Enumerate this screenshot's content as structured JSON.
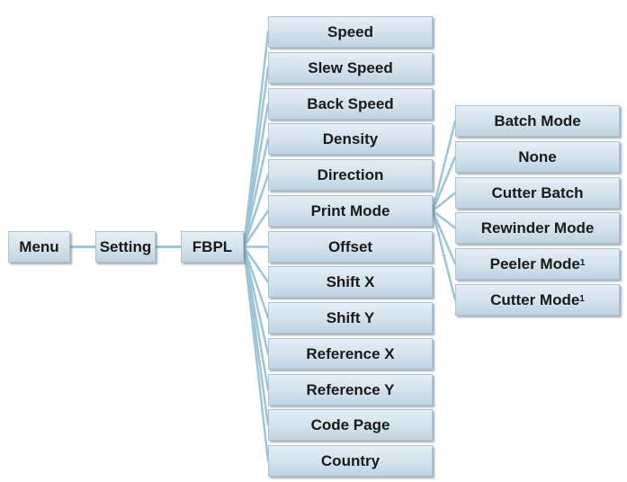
{
  "root": {
    "menu_label": "Menu",
    "setting_label": "Setting",
    "fbpl_label": "FBPL"
  },
  "fbpl_items": [
    "Speed",
    "Slew Speed",
    "Back Speed",
    "Density",
    "Direction",
    "Print Mode",
    "Offset",
    "Shift X",
    "Shift Y",
    "Reference X",
    "Reference Y",
    "Code Page",
    "Country"
  ],
  "print_mode_items": [
    {
      "label": "Batch Mode",
      "footnote": ""
    },
    {
      "label": "None",
      "footnote": ""
    },
    {
      "label": "Cutter Batch",
      "footnote": ""
    },
    {
      "label": "Rewinder Mode",
      "footnote": ""
    },
    {
      "label": "Peeler Mode",
      "footnote": "1"
    },
    {
      "label": "Cutter Mode",
      "footnote": "1"
    }
  ],
  "colors": {
    "connector": "#9cc6d8",
    "node_top": "#e4eef5",
    "node_bottom": "#bfd3e1",
    "node_border": "#aec4d3",
    "text": "#1a1a1a"
  }
}
